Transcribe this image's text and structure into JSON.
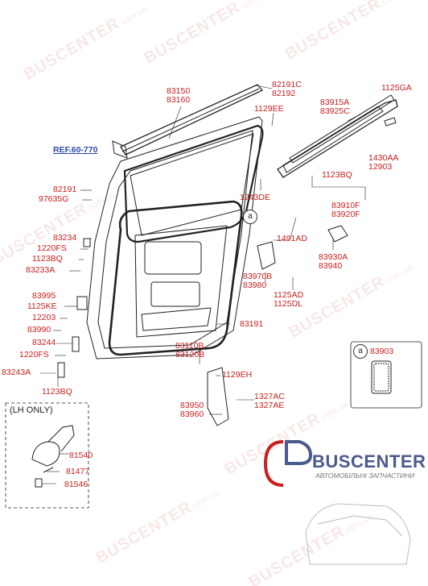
{
  "watermark": {
    "brand": "BUSCENTER",
    "domain": ".com.ua"
  },
  "reference": "REF.60-770",
  "lh_only_label": "(LH ONLY)",
  "callout_letter": "a",
  "inset_part": "83903",
  "logo": {
    "brand": "BUSCENTER",
    "tagline": "АВТОМОБІЛЬНІ ЗАПЧАСТИНИ"
  },
  "colors": {
    "label": "#c8201e",
    "reference": "#2a4ab0",
    "line": "#222222"
  },
  "labels": [
    {
      "key": "p83150",
      "lines": [
        "83150",
        "83160"
      ]
    },
    {
      "key": "p82191c",
      "lines": [
        "82191C",
        "82192"
      ]
    },
    {
      "key": "p1129ee",
      "lines": [
        "1129EE"
      ]
    },
    {
      "key": "p1125ga",
      "lines": [
        "1125GA"
      ]
    },
    {
      "key": "p83915a",
      "lines": [
        "83915A",
        "83925C"
      ]
    },
    {
      "key": "p1430aa",
      "lines": [
        "1430AA",
        "12903"
      ]
    },
    {
      "key": "p1123bq_top",
      "lines": [
        "1123BQ"
      ]
    },
    {
      "key": "p1243de",
      "lines": [
        "1243DE"
      ]
    },
    {
      "key": "p83910f",
      "lines": [
        "83910F",
        "83920F"
      ]
    },
    {
      "key": "p82191",
      "lines": [
        "82191"
      ]
    },
    {
      "key": "p97635g",
      "lines": [
        "97635G"
      ]
    },
    {
      "key": "p83234",
      "lines": [
        "83234"
      ]
    },
    {
      "key": "p1220fs_a",
      "lines": [
        "1220FS"
      ]
    },
    {
      "key": "p1123bq_a",
      "lines": [
        "1123BQ"
      ]
    },
    {
      "key": "p83233a",
      "lines": [
        "83233A"
      ]
    },
    {
      "key": "p1491ad",
      "lines": [
        "1491AD"
      ]
    },
    {
      "key": "p83930a",
      "lines": [
        "83930A",
        "83940"
      ]
    },
    {
      "key": "p83970b",
      "lines": [
        "83970B",
        "83980"
      ]
    },
    {
      "key": "p1125ad",
      "lines": [
        "1125AD",
        "1125DL"
      ]
    },
    {
      "key": "p83995",
      "lines": [
        "83995"
      ]
    },
    {
      "key": "p1125ke",
      "lines": [
        "1125KE"
      ]
    },
    {
      "key": "p12203",
      "lines": [
        "12203"
      ]
    },
    {
      "key": "p83990",
      "lines": [
        "83990"
      ]
    },
    {
      "key": "p83191",
      "lines": [
        "83191"
      ]
    },
    {
      "key": "p83244",
      "lines": [
        "83244"
      ]
    },
    {
      "key": "p1220fs_b",
      "lines": [
        "1220FS"
      ]
    },
    {
      "key": "p83110b",
      "lines": [
        "83110B",
        "83120B"
      ]
    },
    {
      "key": "p83243a",
      "lines": [
        "83243A"
      ]
    },
    {
      "key": "p1123bq_b",
      "lines": [
        "1123BQ"
      ]
    },
    {
      "key": "p1129eh",
      "lines": [
        "1129EH"
      ]
    },
    {
      "key": "p83950",
      "lines": [
        "83950",
        "83960"
      ]
    },
    {
      "key": "p1327ac",
      "lines": [
        "1327AC",
        "1327AE"
      ]
    },
    {
      "key": "p81540",
      "lines": [
        "81540"
      ]
    },
    {
      "key": "p81477",
      "lines": [
        "81477"
      ]
    },
    {
      "key": "p81546",
      "lines": [
        "81546"
      ]
    }
  ]
}
